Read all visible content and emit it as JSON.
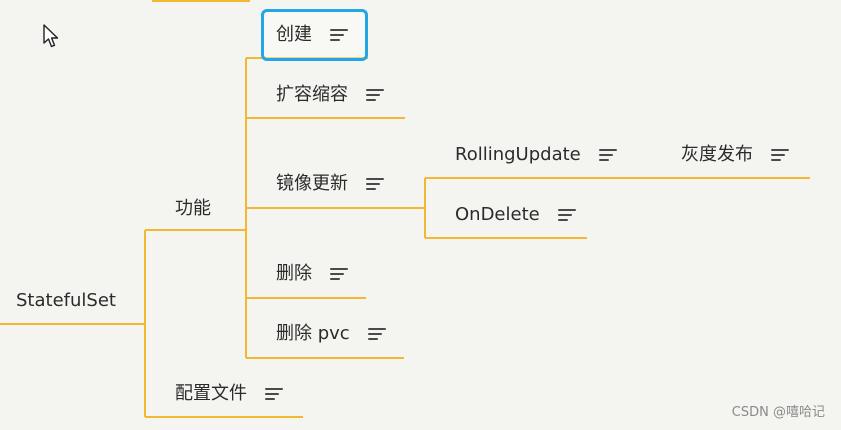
{
  "mindmap": {
    "root": "StatefulSet",
    "branch_features": "功能",
    "branch_config": "配置文件",
    "create": "创建",
    "scale": "扩容缩容",
    "update": "镜像更新",
    "delete": "删除",
    "delete_pvc": "删除 pvc",
    "rolling_update": "RollingUpdate",
    "on_delete": "OnDelete",
    "canary": "灰度发布"
  },
  "watermark": "CSDN @嘻哈记",
  "colors": {
    "connector": "#f4b731",
    "selection": "#22a6e6",
    "background": "#f4f4f0"
  },
  "icons": {
    "note": "note-lines-icon",
    "cursor": "mouse-pointer-icon"
  }
}
